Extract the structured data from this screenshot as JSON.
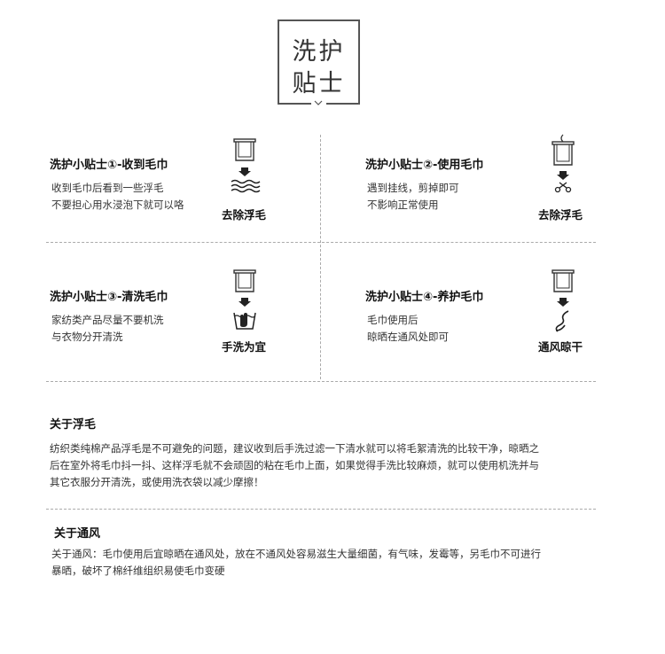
{
  "title": {
    "line1": "洗护",
    "line2": "贴士"
  },
  "tips": [
    {
      "title": "洗护小贴士①-收到毛巾",
      "desc": [
        "收到毛巾后看到一些浮毛",
        "不要担心用水浸泡下就可以咯"
      ],
      "icon_label": "去除浮毛",
      "icon": "towel-water-icon"
    },
    {
      "title": "洗护小贴士②-使用毛巾",
      "desc": [
        "遇到挂线，剪掉即可",
        "不影响正常使用"
      ],
      "icon_label": "去除浮毛",
      "icon": "towel-scissors-icon"
    },
    {
      "title": "洗护小贴士③-清洗毛巾",
      "desc": [
        "家纺类产品尽量不要机洗",
        "与衣物分开清洗"
      ],
      "icon_label": "手洗为宜",
      "icon": "towel-handwash-icon"
    },
    {
      "title": "洗护小贴士④-养护毛巾",
      "desc": [
        "毛巾使用后",
        "晾晒在通风处即可"
      ],
      "icon_label": "通风晾干",
      "icon": "towel-airdry-icon"
    }
  ],
  "sections": [
    {
      "title": "关于浮毛",
      "lines": [
        "纺织类纯棉产品浮毛是不可避免的问题，建议收到后手洗过滤一下清水就可以将毛絮清洗的比较干净，晾晒之",
        "后在室外将毛巾抖一抖、这样浮毛就不会顽固的粘在毛巾上面，如果觉得手洗比较麻烦，就可以使用机洗并与",
        "其它衣服分开清洗，或使用洗衣袋以减少摩擦！"
      ]
    },
    {
      "title": "关于通风",
      "lines": [
        "关于通风：毛巾使用后宜晾晒在通风处，放在不通风处容易滋生大量细菌，有气味，发霉等，另毛巾不可进行",
        "暴晒，破坏了棉纤维组织易使毛巾变硬"
      ]
    }
  ]
}
